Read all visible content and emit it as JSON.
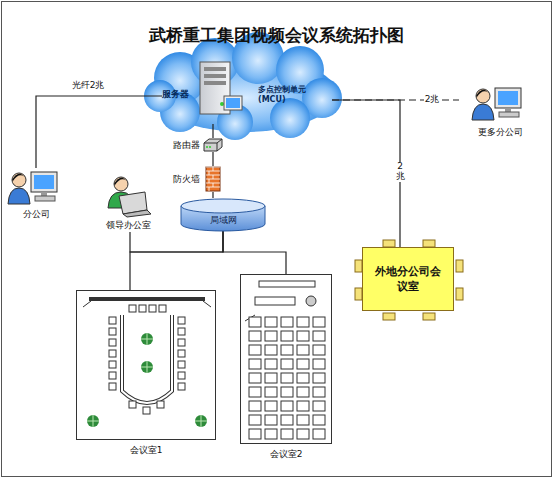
{
  "diagram": {
    "title": "武桥重工集团视频会议系统拓扑图",
    "nodes": [
      {
        "text": [
          "服务器",
          "多点控制单元(MCU)"
        ]
      },
      {
        "text": [
          "路由器"
        ]
      },
      {
        "text": [
          "防火墙"
        ]
      },
      {
        "text": [
          "局域网"
        ]
      },
      {
        "text": [
          "分公司"
        ]
      },
      {
        "text": [
          "领导办公室"
        ]
      },
      {
        "text": [
          "更多分公司"
        ]
      },
      {
        "text": [
          "外地分公司会议室"
        ]
      },
      {
        "text": [
          "会议室1"
        ]
      },
      {
        "text": [
          "会议室2"
        ]
      }
    ],
    "edges": [
      {
        "from": 0,
        "to": 1,
        "arrow": "none"
      },
      {
        "from": 1,
        "to": 2,
        "arrow": "none"
      },
      {
        "from": 2,
        "to": 3,
        "arrow": "none"
      },
      {
        "from": 0,
        "to": 4,
        "label": "光纤2兆",
        "arrow": "none"
      },
      {
        "from": 0,
        "to": 6,
        "label": "2兆",
        "arrow": "none"
      },
      {
        "from": 0,
        "to": 7,
        "label": "2兆",
        "arrow": "none"
      },
      {
        "from": 3,
        "to": 5,
        "arrow": "none"
      },
      {
        "from": 3,
        "to": 8,
        "arrow": "none"
      },
      {
        "from": 3,
        "to": 9,
        "arrow": "none"
      }
    ]
  }
}
